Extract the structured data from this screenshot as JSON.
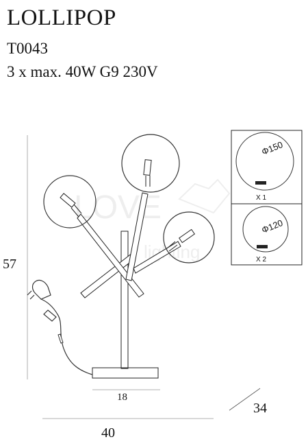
{
  "product": {
    "name": "LOLLIPOP",
    "code": "T0043",
    "spec": "3 x max. 40W G9  230V"
  },
  "dimensions": {
    "height": "57",
    "base": "18",
    "width": "40",
    "depth": "34"
  },
  "variants": [
    {
      "diameter": "Φ150",
      "quantity": "X 1"
    },
    {
      "diameter": "Φ120",
      "quantity": "X 2"
    }
  ],
  "watermark": {
    "line1": "LOVE",
    "line2": "lighting"
  }
}
